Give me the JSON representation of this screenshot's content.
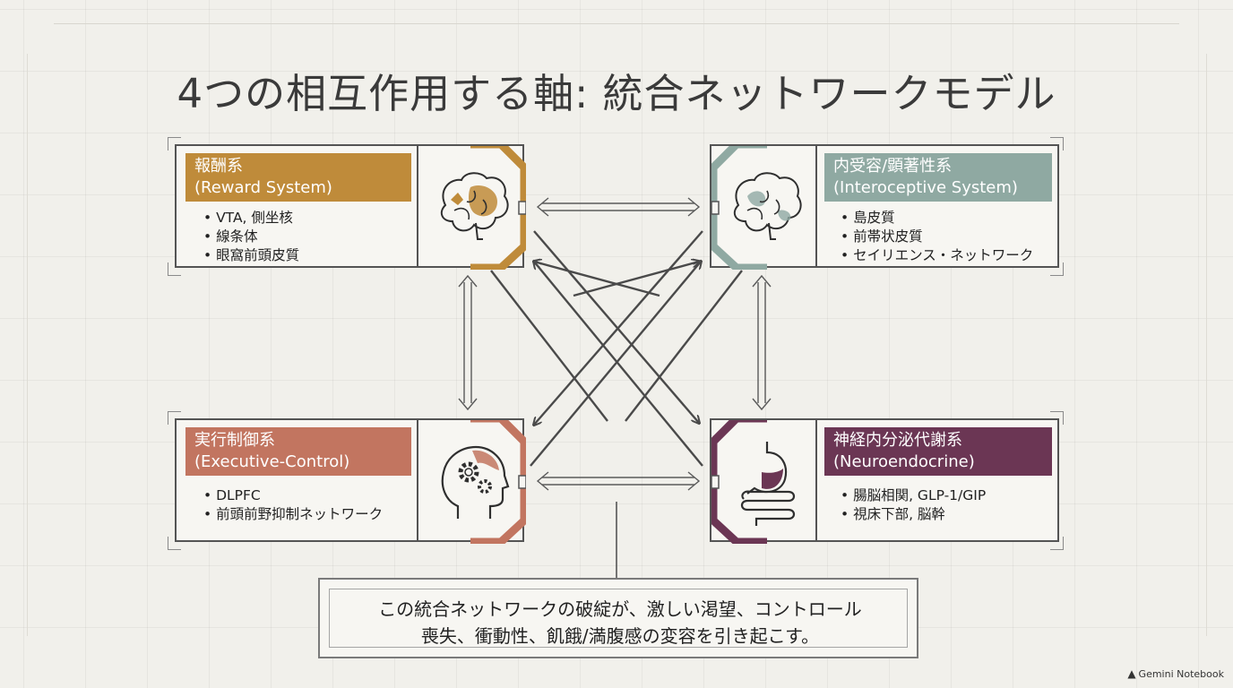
{
  "title": "4つの相互作用する軸: 統合ネットワークモデル",
  "colors": {
    "reward": "#bf8b3a",
    "interoceptive": "#8fa9a2",
    "executive": "#c27560",
    "neuroendocrine": "#6b3654",
    "line": "#4a4a4a"
  },
  "nodes": {
    "reward": {
      "label_line1": "報酬系",
      "label_line2": "(Reward System)",
      "items": [
        "VTA, 側坐核",
        "線条体",
        "眼窩前頭皮質"
      ],
      "icon": "brain-highlight-icon"
    },
    "interoceptive": {
      "label_line1": "内受容/顕著性系",
      "label_line2": "(Interoceptive System)",
      "items": [
        "島皮質",
        "前帯状皮質",
        "セイリエンス・ネットワーク"
      ],
      "icon": "brain-insula-icon"
    },
    "executive": {
      "label_line1": "実行制御系",
      "label_line2": "(Executive-Control)",
      "items": [
        "DLPFC",
        "前頭前野抑制ネットワーク"
      ],
      "icon": "head-gears-icon"
    },
    "neuroendocrine": {
      "label_line1": "神経内分泌代謝系",
      "label_line2": "(Neuroendocrine)",
      "items": [
        "腸脳相関, GLP-1/GIP",
        "視床下部, 脳幹"
      ],
      "icon": "stomach-intestine-icon"
    }
  },
  "message": {
    "line1": "この統合ネットワークの破綻が、激しい渇望、コントロール",
    "line2": "喪失、衝動性、飢餓/満腹感の変容を引き起こす。"
  },
  "footer": {
    "brand": "Gemini Notebook",
    "icon": "gemini-logo-icon"
  }
}
